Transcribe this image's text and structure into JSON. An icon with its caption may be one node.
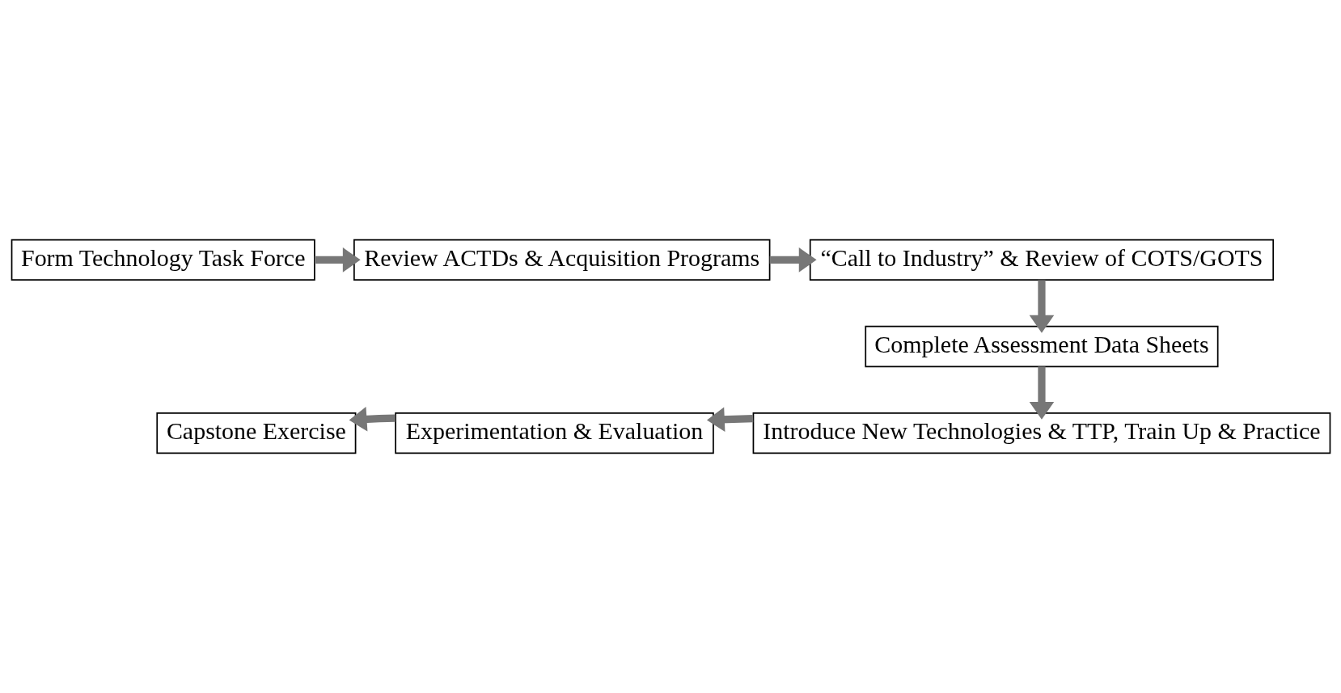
{
  "diagram": {
    "nodes": [
      {
        "text": [
          "Form Technology Task Force"
        ]
      },
      {
        "text": [
          "Review ACTDs & Acquisition Programs"
        ]
      },
      {
        "text": [
          "“Call to Industry” & Review of COTS/GOTS"
        ]
      },
      {
        "text": [
          "Complete Assessment Data Sheets"
        ]
      },
      {
        "text": [
          "Introduce New Technologies & TTP, Train Up & Practice"
        ]
      },
      {
        "text": [
          "Experimentation & Evaluation"
        ]
      },
      {
        "text": [
          "Capstone Exercise"
        ]
      }
    ],
    "edges": [
      {
        "from": 0,
        "to": 1,
        "arrow": "to"
      },
      {
        "from": 1,
        "to": 2,
        "arrow": "to"
      },
      {
        "from": 2,
        "to": 3,
        "arrow": "to"
      },
      {
        "from": 3,
        "to": 4,
        "arrow": "to"
      },
      {
        "from": 4,
        "to": 5,
        "arrow": "to"
      },
      {
        "from": 5,
        "to": 6,
        "arrow": "to"
      }
    ]
  }
}
